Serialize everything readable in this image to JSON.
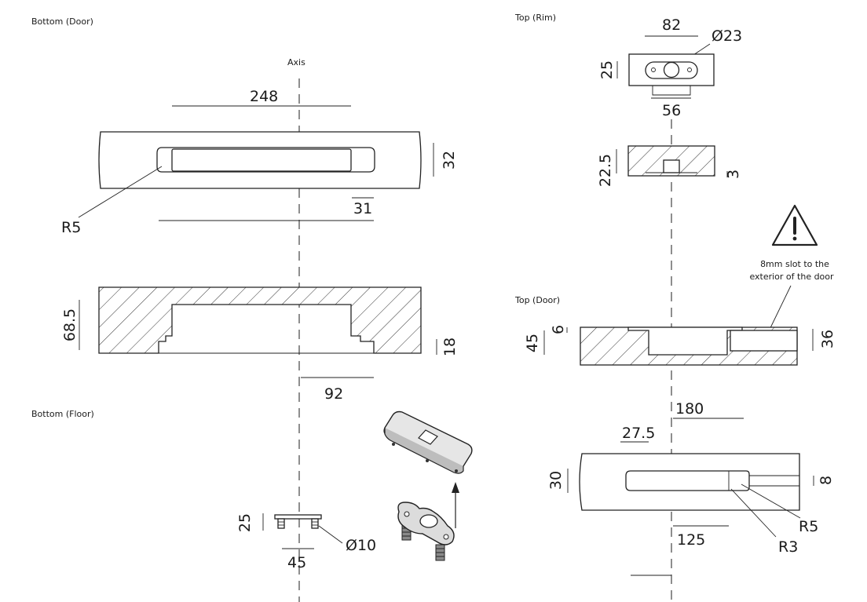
{
  "views": {
    "bottom_door": "Bottom (Door)",
    "bottom_floor": "Bottom (Floor)",
    "top_rim": "Top (Rim)",
    "top_door": "Top (Door)",
    "axis": "Axis"
  },
  "dims": {
    "bd_width": "248",
    "bd_depth": "32",
    "bd_slot": "31",
    "bd_radius": "R5",
    "bd_section_height": "68.5",
    "bd_section_step": "18",
    "bd_section_width": "92",
    "bf_height": "25",
    "bf_pin_dia": "Ø10",
    "bf_width": "45",
    "tr_width": "82",
    "tr_hole_dia": "Ø23",
    "tr_height": "25",
    "tr_hole_spacing": "56",
    "tr_section_height": "22.5",
    "tr_section_step": "3",
    "td_section_height": "45",
    "td_section_top": "6",
    "td_section_right": "36",
    "td_width": "180",
    "td_offset": "27.5",
    "td_height": "30",
    "td_slot_width": "8",
    "td_radius_outer": "R5",
    "td_radius_inner": "R3",
    "td_length": "125"
  },
  "warning": {
    "icon": "warning-triangle-icon",
    "line1": "8mm slot to the",
    "line2": "exterior of the door"
  }
}
